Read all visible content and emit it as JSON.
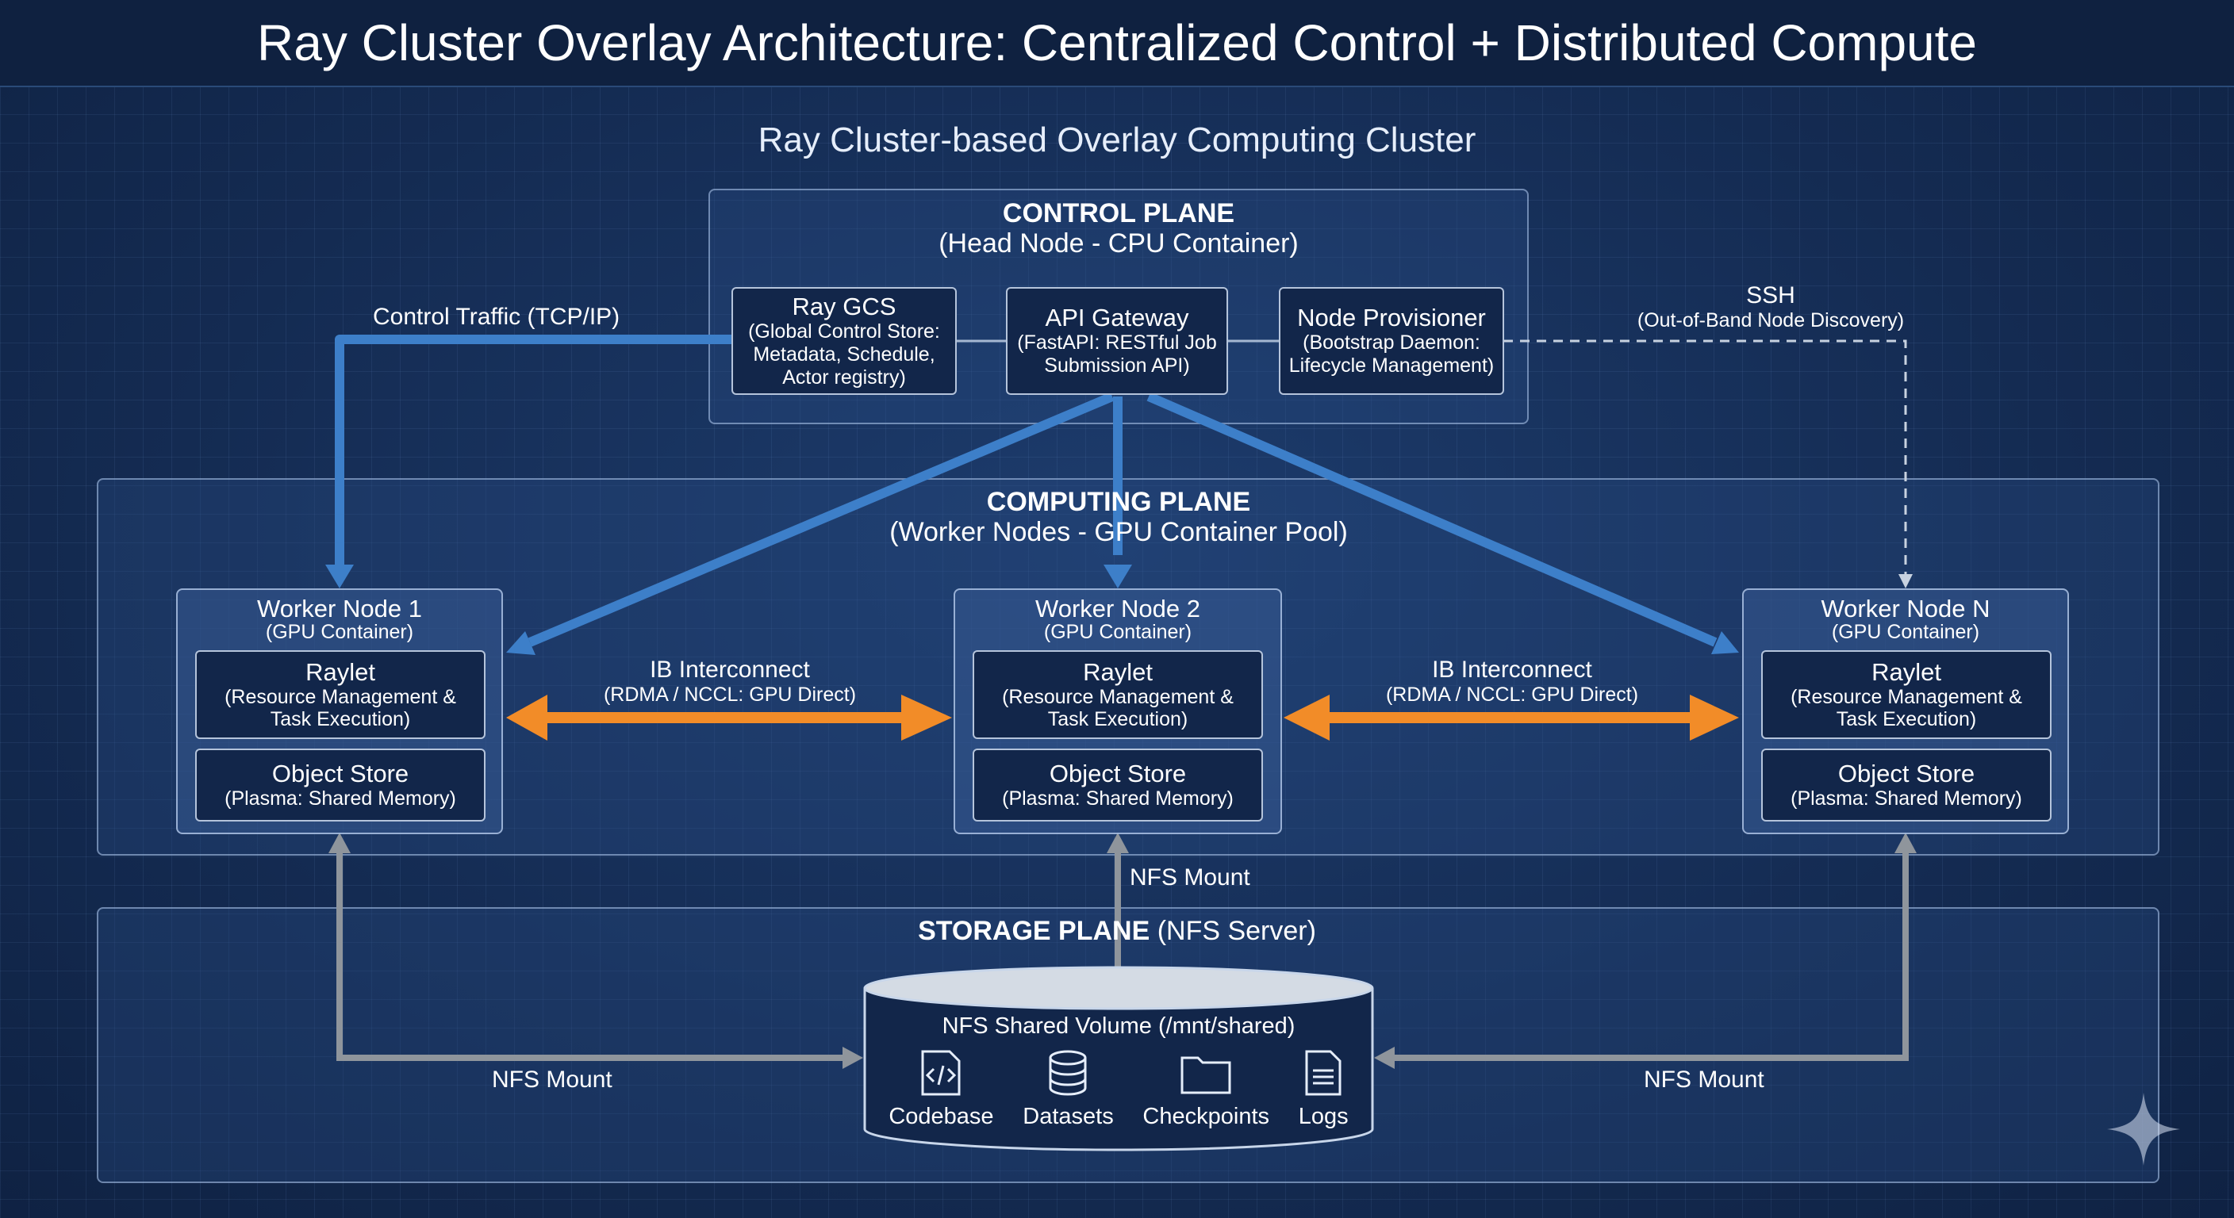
{
  "title": "Ray Cluster Overlay Architecture: Centralized Control + Distributed Compute",
  "subtitle": "Ray Cluster-based Overlay Computing Cluster",
  "control_plane": {
    "title": "CONTROL PLANE",
    "subtitle": "(Head Node - CPU Container)",
    "components": [
      {
        "name": "Ray GCS",
        "desc": "(Global Control Store: Metadata, Schedule, Actor registry)"
      },
      {
        "name": "API Gateway",
        "desc": "(FastAPI: RESTful Job Submission API)"
      },
      {
        "name": "Node Provisioner",
        "desc": "(Bootstrap Daemon: Lifecycle Management)"
      }
    ]
  },
  "connections": {
    "control_traffic": "Control Traffic (TCP/IP)",
    "ssh": "SSH",
    "ssh_desc": "(Out-of-Band Node Discovery)",
    "ib_title": "IB Interconnect",
    "ib_desc": "(RDMA / NCCL: GPU Direct)",
    "nfs_mount": "NFS Mount"
  },
  "computing_plane": {
    "title": "COMPUTING PLANE",
    "subtitle": "(Worker Nodes - GPU Container Pool)",
    "workers": [
      {
        "name": "Worker Node 1",
        "sub": "(GPU Container)"
      },
      {
        "name": "Worker Node 2",
        "sub": "(GPU Container)"
      },
      {
        "name": "Worker Node N",
        "sub": "(GPU Container)"
      }
    ],
    "raylet": "Raylet",
    "raylet_desc": "(Resource Management & Task Execution)",
    "object_store": "Object Store",
    "object_store_desc": "(Plasma: Shared Memory)"
  },
  "storage_plane": {
    "title_bold": "STORAGE PLANE",
    "title_rest": " (NFS Server)",
    "volume": "NFS Shared Volume (/mnt/shared)",
    "items": [
      {
        "label": "Codebase",
        "icon": "code-file-icon"
      },
      {
        "label": "Datasets",
        "icon": "database-icon"
      },
      {
        "label": "Checkpoints",
        "icon": "folder-icon"
      },
      {
        "label": "Logs",
        "icon": "log-file-icon"
      }
    ]
  },
  "colors": {
    "background": "#16305a",
    "control_arrow": "#3d7fc9",
    "ib_arrow": "#f28c28",
    "nfs_arrow": "#8f959c",
    "ssh_dashed": "#c8d2e0"
  }
}
